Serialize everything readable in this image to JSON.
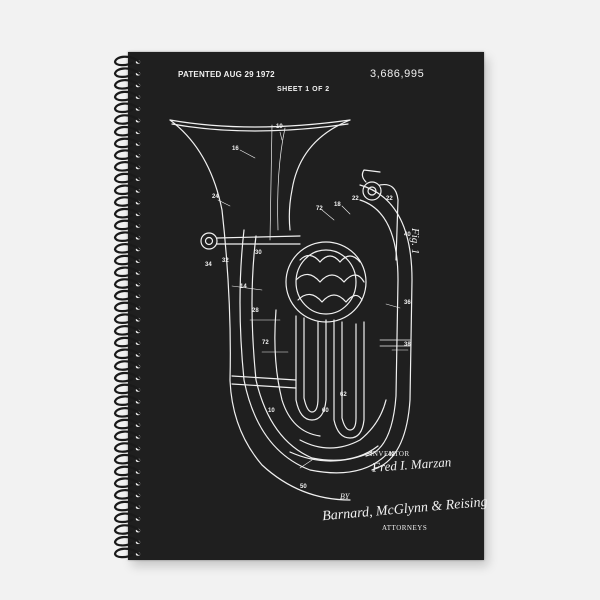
{
  "background_color": "#f2f2f2",
  "cover_color": "#1f1f1f",
  "ink_color": "#f0f0f0",
  "coil_color": "#1a1a1a",
  "coil_count": 43,
  "patent": {
    "patented_label": "PATENTED AUG 29 1972",
    "sheet_label": "SHEET 1 OF 2",
    "patent_number": "3,686,995",
    "figure_label": "Fig. 1",
    "inventor_caption": "INVENTOR",
    "inventor_name": "Fred I. Marzan",
    "by_caption": "BY",
    "attorney_name": "Barnard, McGlynn & Reising",
    "attorneys_caption": "ATTORNEYS"
  }
}
